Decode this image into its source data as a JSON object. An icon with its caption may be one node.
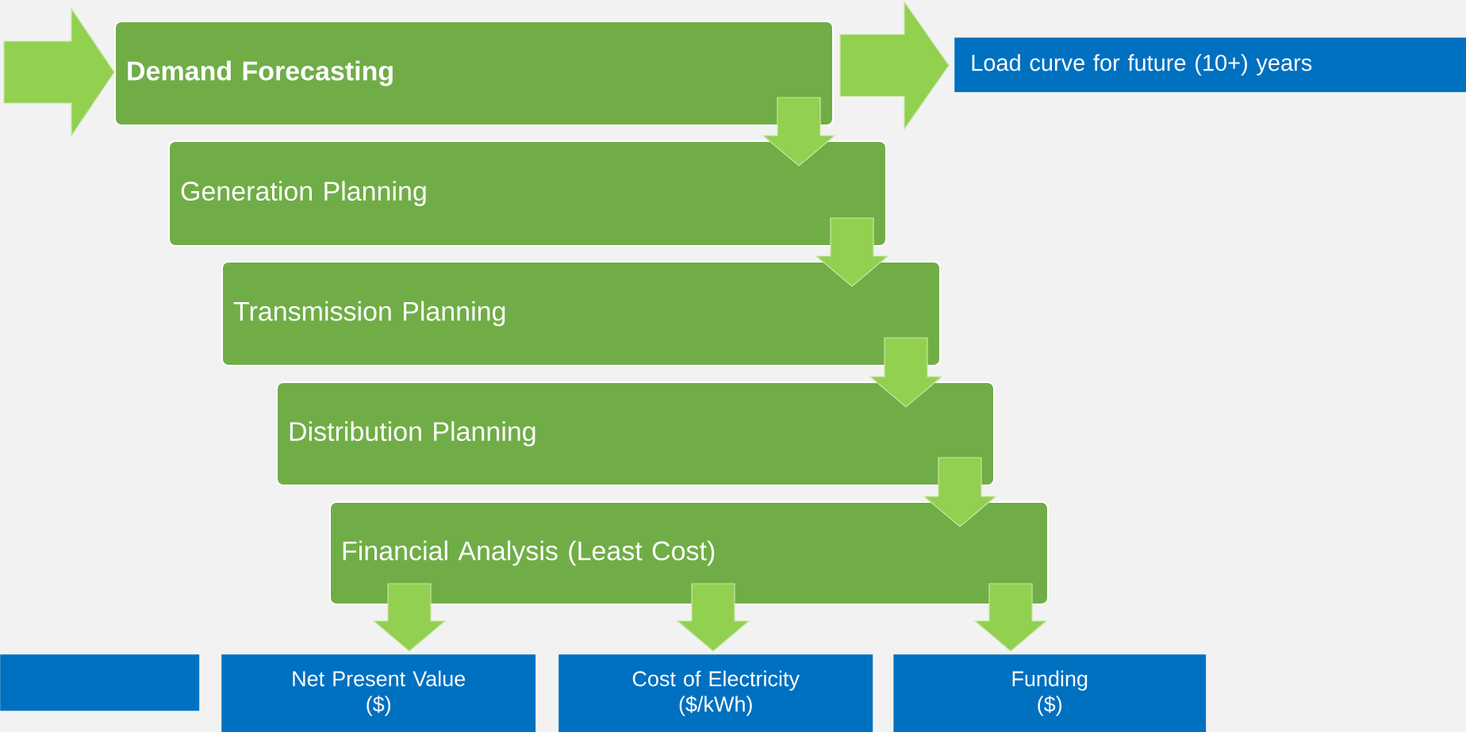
{
  "diagram": {
    "nodes": [
      {
        "text": [
          "Demand Forecasting"
        ]
      },
      {
        "text": [
          "Generation Planning"
        ]
      },
      {
        "text": [
          "Transmission Planning"
        ]
      },
      {
        "text": [
          "Distribution Planning"
        ]
      },
      {
        "text": [
          "Financial Analysis (Least Cost)"
        ]
      },
      {
        "text": [
          "Load curve for future (10+) years"
        ]
      },
      {
        "text": [],
        "shape": "box"
      },
      {
        "text": [
          "Net Present Value",
          "($)"
        ]
      },
      {
        "text": [
          "Cost of Electricity",
          "($/kWh)"
        ]
      },
      {
        "text": [
          "Funding",
          "($)"
        ]
      }
    ],
    "edges": [
      {
        "from": null,
        "to": 0,
        "arrow": "to"
      },
      {
        "from": 0,
        "to": 5,
        "arrow": "to"
      },
      {
        "from": 0,
        "to": 1,
        "arrow": "to"
      },
      {
        "from": 1,
        "to": 2,
        "arrow": "to"
      },
      {
        "from": 2,
        "to": 3,
        "arrow": "to"
      },
      {
        "from": 3,
        "to": 4,
        "arrow": "to"
      },
      {
        "from": 4,
        "to": 7,
        "arrow": "to"
      },
      {
        "from": 4,
        "to": 8,
        "arrow": "to"
      },
      {
        "from": 4,
        "to": 9,
        "arrow": "to"
      }
    ]
  }
}
